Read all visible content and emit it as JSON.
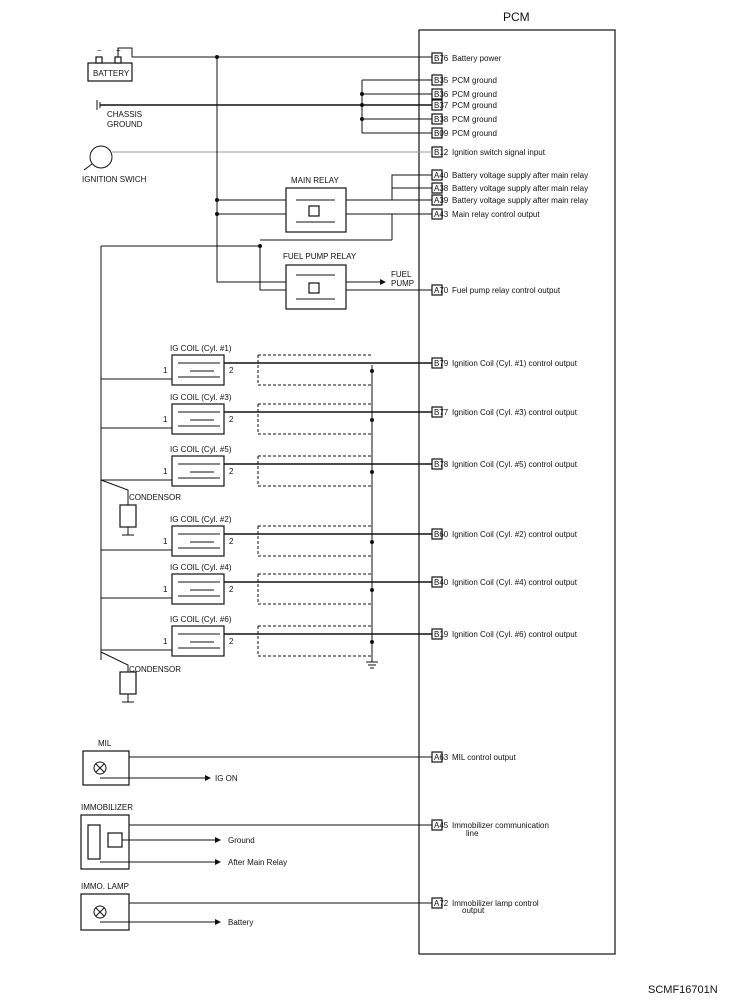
{
  "pcm": {
    "title": "PCM"
  },
  "left_components": {
    "battery": "BATTERY",
    "chassis_ground": [
      "CHASSIS",
      "GROUND"
    ],
    "ignition_switch": "IGNITION SWICH",
    "main_relay": "MAIN RELAY",
    "fuel_pump_relay": "FUEL PUMP RELAY",
    "fuel_pump": [
      "FUEL",
      "PUMP"
    ],
    "condensor": "CONDENSOR",
    "mil": "MIL",
    "ig_on": "IG ON",
    "immobilizer": "IMMOBILIZER",
    "immo_ground": "Ground",
    "immo_after_relay": "After Main Relay",
    "immo_lamp": "IMMO. LAMP",
    "immo_lamp_battery": "Battery"
  },
  "pins": [
    {
      "id": "B76",
      "desc": "Battery power"
    },
    {
      "id": "B35",
      "desc": "PCM ground"
    },
    {
      "id": "B36",
      "desc": "PCM ground"
    },
    {
      "id": "B37",
      "desc": "PCM ground"
    },
    {
      "id": "B38",
      "desc": "PCM ground"
    },
    {
      "id": "B09",
      "desc": "PCM ground"
    },
    {
      "id": "B12",
      "desc": "Ignition switch signal input"
    },
    {
      "id": "A40",
      "desc": "Battery voltage supply after main relay"
    },
    {
      "id": "A38",
      "desc": "Battery voltage supply after main relay"
    },
    {
      "id": "A39",
      "desc": "Battery voltage supply after main relay"
    },
    {
      "id": "A43",
      "desc": "Main relay control output"
    },
    {
      "id": "A70",
      "desc": "Fuel pump relay control output"
    },
    {
      "id": "B79",
      "desc": "Ignition Coil (Cyl. #1) control output"
    },
    {
      "id": "B77",
      "desc": "Ignition Coil (Cyl. #3) control output"
    },
    {
      "id": "B78",
      "desc": "Ignition Coil (Cyl. #5) control output"
    },
    {
      "id": "B60",
      "desc": "Ignition Coil (Cyl. #2) control output"
    },
    {
      "id": "B40",
      "desc": "Ignition Coil (Cyl. #4) control output"
    },
    {
      "id": "B19",
      "desc": "Ignition Coil (Cyl. #6) control output"
    },
    {
      "id": "A63",
      "desc": "MIL control output"
    },
    {
      "id": "A45",
      "desc": "Immobilizer communication"
    },
    {
      "id": "A72",
      "desc": "Immobilizer lamp control"
    }
  ],
  "pin_extra": {
    "A45": "line",
    "A72": "output"
  },
  "coils": [
    {
      "label": "IG COIL (Cyl. #1)",
      "pin1": "1",
      "pin2": "2"
    },
    {
      "label": "IG COIL (Cyl. #3)",
      "pin1": "1",
      "pin2": "2"
    },
    {
      "label": "IG COIL (Cyl. #5)",
      "pin1": "1",
      "pin2": "2"
    },
    {
      "label": "IG COIL (Cyl. #2)",
      "pin1": "1",
      "pin2": "2"
    },
    {
      "label": "IG COIL (Cyl. #4)",
      "pin1": "1",
      "pin2": "2"
    },
    {
      "label": "IG COIL (Cyl. #6)",
      "pin1": "1",
      "pin2": "2"
    }
  ],
  "battery_terminals": {
    "neg": "−",
    "pos": "+"
  },
  "footer": "SCMF16701N"
}
